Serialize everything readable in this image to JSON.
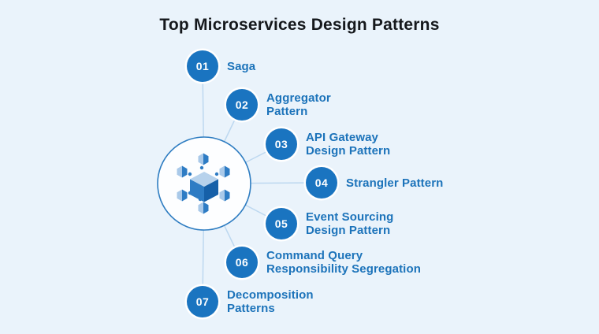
{
  "title": "Top Microservices Design Patterns",
  "items": [
    {
      "number": "01",
      "lines": [
        "Saga"
      ]
    },
    {
      "number": "02",
      "lines": [
        "Aggregator",
        "Pattern"
      ]
    },
    {
      "number": "03",
      "lines": [
        "API Gateway",
        "Design Pattern"
      ]
    },
    {
      "number": "04",
      "lines": [
        "Strangler Pattern"
      ]
    },
    {
      "number": "05",
      "lines": [
        "Event Sourcing",
        "Design Pattern"
      ]
    },
    {
      "number": "06",
      "lines": [
        "Command Query",
        "Responsibility Segregation"
      ]
    },
    {
      "number": "07",
      "lines": [
        "Decomposition",
        "Patterns"
      ]
    }
  ],
  "icon": "microservices-hub-icon",
  "colors": {
    "background": "#eaf3fb",
    "title": "#15181c",
    "badge": "#1a74c0",
    "label": "#1c73ba",
    "circle_border": "#2d7cc1",
    "circle_fill": "#fdfeff",
    "connector": "#bdd8f0",
    "icon_light": "#a9c9e9",
    "icon_mid": "#2e7cc4",
    "icon_dark": "#1660a8",
    "icon_cube_top": "#b7d2ec"
  }
}
